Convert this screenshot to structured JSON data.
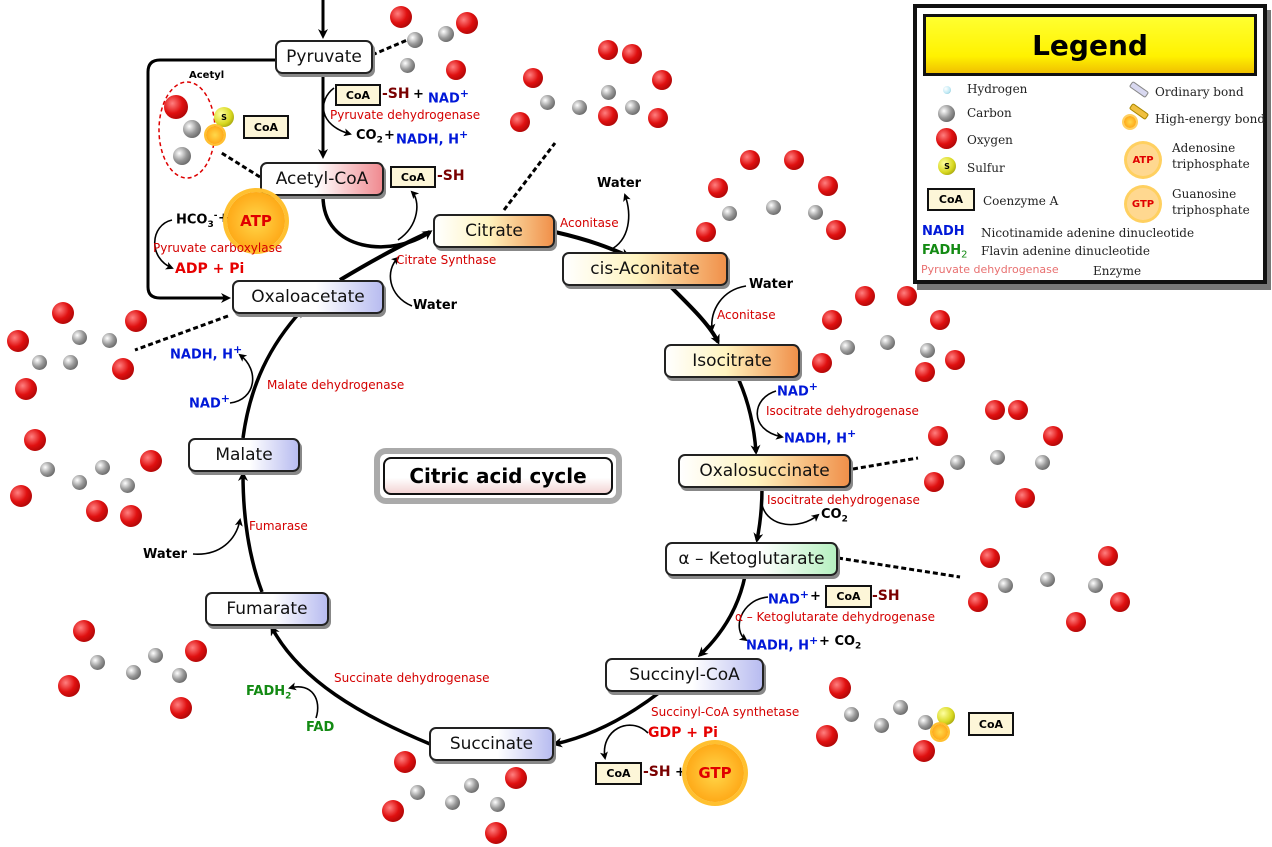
{
  "title": "Citric acid cycle",
  "metabolites": {
    "pyruvate": "Pyruvate",
    "acetyl_coa": "Acetyl-CoA",
    "citrate": "Citrate",
    "cis_aconitate": "cis-Aconitate",
    "isocitrate": "Isocitrate",
    "oxalosuccinate": "Oxalosuccinate",
    "alpha_ketoglutarate": "α – Ketoglutarate",
    "succinyl_coa": "Succinyl-CoA",
    "succinate": "Succinate",
    "fumarate": "Fumarate",
    "malate": "Malate",
    "oxaloacetate": "Oxaloacetate"
  },
  "enzymes": {
    "pyruvate_dehydrogenase": "Pyruvate dehydrogenase",
    "pyruvate_carboxylase": "Pyruvate carboxylase",
    "citrate_synthase": "Citrate Synthase",
    "aconitase_1": "Aconitase",
    "aconitase_2": "Aconitase",
    "isocitrate_dehydrogenase_1": "Isocitrate dehydrogenase",
    "isocitrate_dehydrogenase_2": "Isocitrate dehydrogenase",
    "akg_dehydrogenase": "α – Ketoglutarate dehydrogenase",
    "succinyl_coa_synthetase": "Succinyl-CoA synthetase",
    "succinate_dehydrogenase": "Succinate dehydrogenase",
    "fumarase": "Fumarase",
    "malate_dehydrogenase": "Malate dehydrogenase"
  },
  "cofactors": {
    "coa": "CoA",
    "sh": "-SH",
    "plus": "+",
    "nad": "NAD",
    "nadh_h": "NADH, H",
    "sup_plus": "+",
    "co2": "CO",
    "sub2": "2",
    "water": "Water",
    "hco3": "HCO",
    "sub3": "3",
    "sup_minus": "-",
    "atp": "ATP",
    "gtp": "GTP",
    "adp_pi": "ADP + Pi",
    "gdp_pi": "GDP + Pi",
    "fadh": "FADH",
    "fad": "FAD",
    "acetyl": "Acetyl",
    "atom_s": "S"
  },
  "legend": {
    "title": "Legend",
    "items": [
      {
        "symbol": "hydrogen",
        "label": "Hydrogen"
      },
      {
        "symbol": "carbon",
        "label": "Carbon"
      },
      {
        "symbol": "oxygen",
        "label": "Oxygen"
      },
      {
        "symbol": "sulfur",
        "label": "Sulfur",
        "glyph": "S"
      },
      {
        "symbol": "coenzyme-a",
        "label": "Coenzyme A",
        "glyph": "CoA"
      },
      {
        "symbol": "ordinary-bond",
        "label": "Ordinary bond"
      },
      {
        "symbol": "high-energy-bond",
        "label": "High-energy bond"
      },
      {
        "symbol": "atp",
        "label_line1": "Adenosine",
        "label_line2": "triphosphate",
        "glyph": "ATP"
      },
      {
        "symbol": "gtp",
        "label_line1": "Guanosine",
        "label_line2": "triphosphate",
        "glyph": "GTP"
      }
    ],
    "nadh": {
      "key": "NADH",
      "label": "Nicotinamide adenine dinucleotide"
    },
    "fadh2": {
      "key": "FADH",
      "sub": "2",
      "label": "Flavin adenine dinucleotide"
    },
    "enzyme": {
      "key": "Pyruvate dehydrogenase",
      "label": "Enzyme"
    }
  },
  "colors": {
    "enzyme": "#d40000",
    "nad": "#0018d8",
    "fad": "#138a13",
    "legend_header": "#fff200",
    "atp_burst": "#ffb020"
  }
}
